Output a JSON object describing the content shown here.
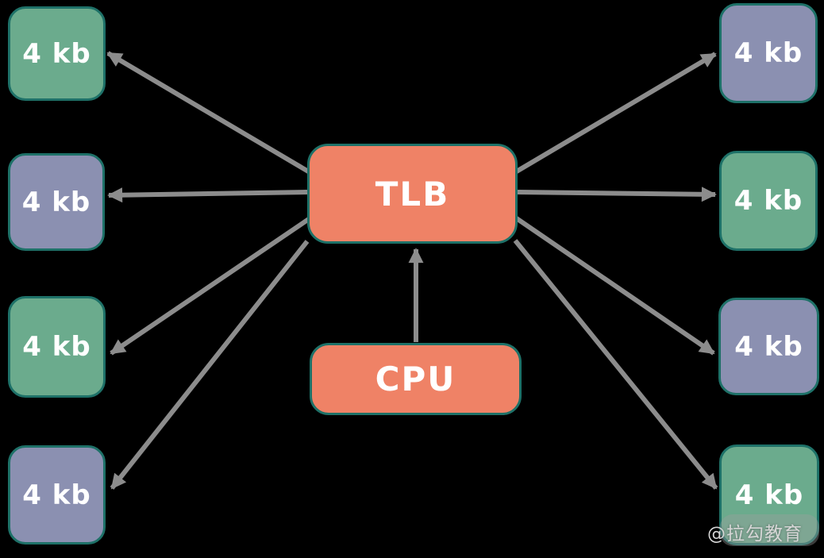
{
  "colors": {
    "background": "#000000",
    "green": "#6BAB8D",
    "purple": "#8B90B1",
    "orange": "#EF8266",
    "node_border": "#1E7168",
    "arrow": "#8C8C8C",
    "label_text": "#FFFFFF",
    "watermark_text": "#D6D6D6"
  },
  "diagram": {
    "center_node": {
      "label": "TLB"
    },
    "source_node": {
      "label": "CPU"
    },
    "pages_left": [
      {
        "label": "4 kb",
        "variant": "green"
      },
      {
        "label": "4 kb",
        "variant": "purple"
      },
      {
        "label": "4 kb",
        "variant": "green"
      },
      {
        "label": "4 kb",
        "variant": "purple"
      }
    ],
    "pages_right": [
      {
        "label": "4 kb",
        "variant": "purple"
      },
      {
        "label": "4 kb",
        "variant": "green"
      },
      {
        "label": "4 kb",
        "variant": "purple"
      },
      {
        "label": "4 kb",
        "variant": "green"
      }
    ],
    "edges": [
      {
        "from": "CPU",
        "to": "TLB"
      },
      {
        "from": "TLB",
        "to": "page-left-1"
      },
      {
        "from": "TLB",
        "to": "page-left-2"
      },
      {
        "from": "TLB",
        "to": "page-left-3"
      },
      {
        "from": "TLB",
        "to": "page-left-4"
      },
      {
        "from": "TLB",
        "to": "page-right-1"
      },
      {
        "from": "TLB",
        "to": "page-right-2"
      },
      {
        "from": "TLB",
        "to": "page-right-3"
      },
      {
        "from": "TLB",
        "to": "page-right-4"
      }
    ]
  },
  "watermark": {
    "text": "@拉勾教育"
  }
}
